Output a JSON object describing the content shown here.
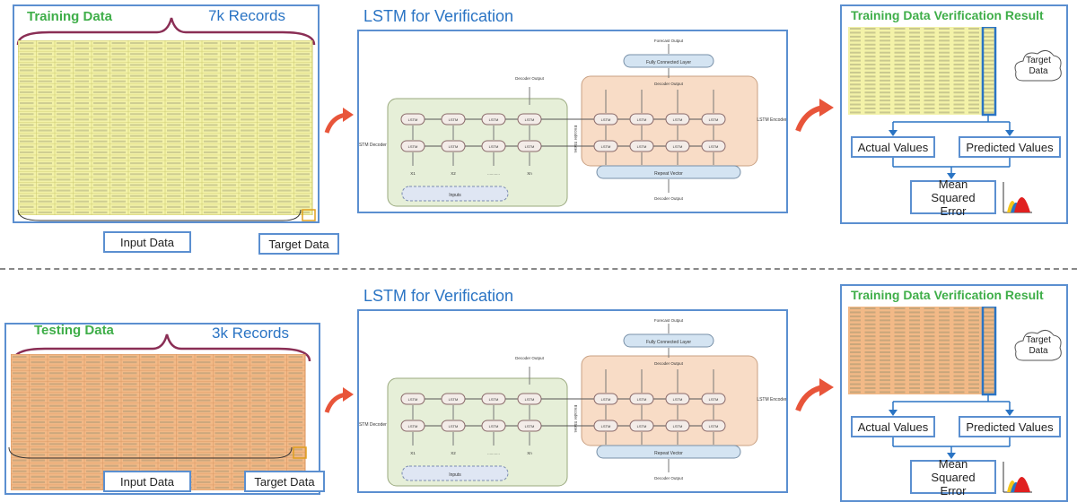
{
  "rows": [
    {
      "data_title": "Training Data",
      "records": "7k Records",
      "input_label": "Input Data",
      "target_label": "Target Data",
      "lstm_title": "LSTM for Verification",
      "result_title": "Training Data Verification Result",
      "target_data_cloud": "Target Data",
      "actual_values": "Actual Values",
      "predicted_values": "Predicted Values",
      "mse": "Mean Squared Error",
      "grid_color": "#f3f2a8",
      "grid_line": "#c9c76a"
    },
    {
      "data_title": "Testing Data",
      "records": "3k Records",
      "input_label": "Input Data",
      "target_label": "Target Data",
      "lstm_title": "LSTM for Verification",
      "result_title": "Training Data Verification Result",
      "target_data_cloud": "Target Data",
      "actual_values": "Actual Values",
      "predicted_values": "Predicted Values",
      "mse": "Mean Squared Error",
      "grid_color": "#f2b987",
      "grid_line": "#d89560"
    }
  ],
  "lstm_diagram": {
    "forecast_output": "Forecast Output",
    "fully_connected": "Fully Connected Layer",
    "decoder_output": "Decoder Output",
    "decoder_output_bottom": "Decoder Output",
    "encoder_output": "Decoder Output",
    "lstm_encoder": "LSTM Encoder",
    "lstm_decoder": "LSTM Decoder",
    "encoder_states": "Encoder States",
    "repeat_vector": "Repeat Vector",
    "inputs": "Inputs",
    "cell": "LSTM",
    "x1": "X1",
    "x2": "X2",
    "xn": "Xn",
    "dots": "..........."
  },
  "accent": "#5b8fd0",
  "arrow_color": "#e8553a"
}
